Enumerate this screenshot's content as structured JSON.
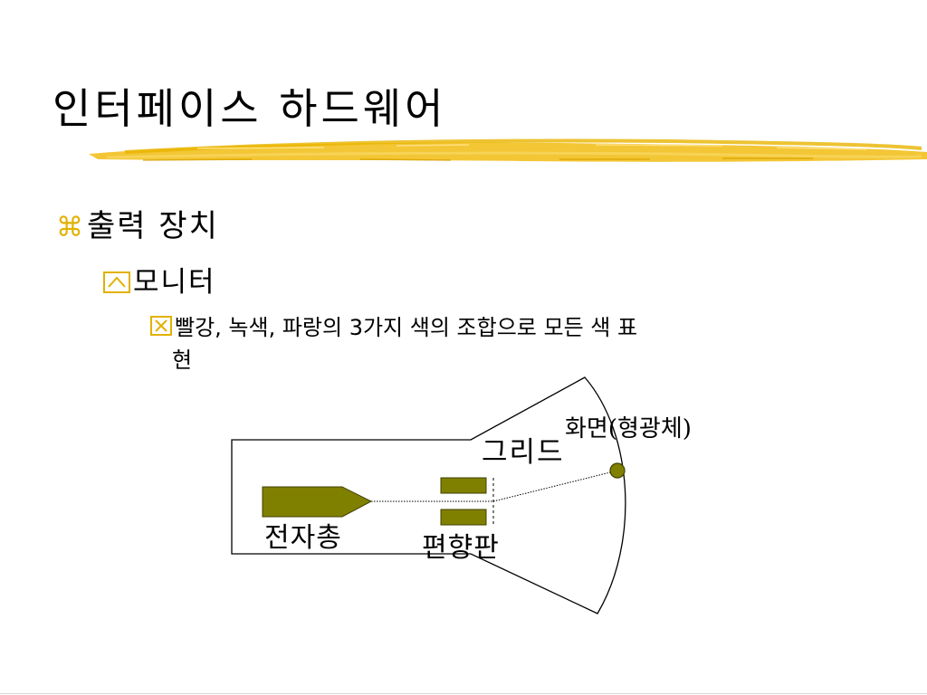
{
  "slide": {
    "title": "인터페이스 하드웨어",
    "bullets": {
      "level1": {
        "marker": "⌘",
        "text": "출력 장치"
      },
      "level2": {
        "text": "모니터"
      },
      "level3": {
        "text_line1": "빨강, 녹색, 파랑의 3가지 색의 조합으로 모든 색 표",
        "text_line2": "현"
      }
    }
  },
  "diagram": {
    "labels": {
      "electron_gun": "전자총",
      "grid": "그리드",
      "deflection_plate": "편향판",
      "screen": "화면(형광체)"
    }
  },
  "colors": {
    "accent": "#e2b100",
    "component_fill": "#808000",
    "brush_yellow": "#f2c32a"
  }
}
